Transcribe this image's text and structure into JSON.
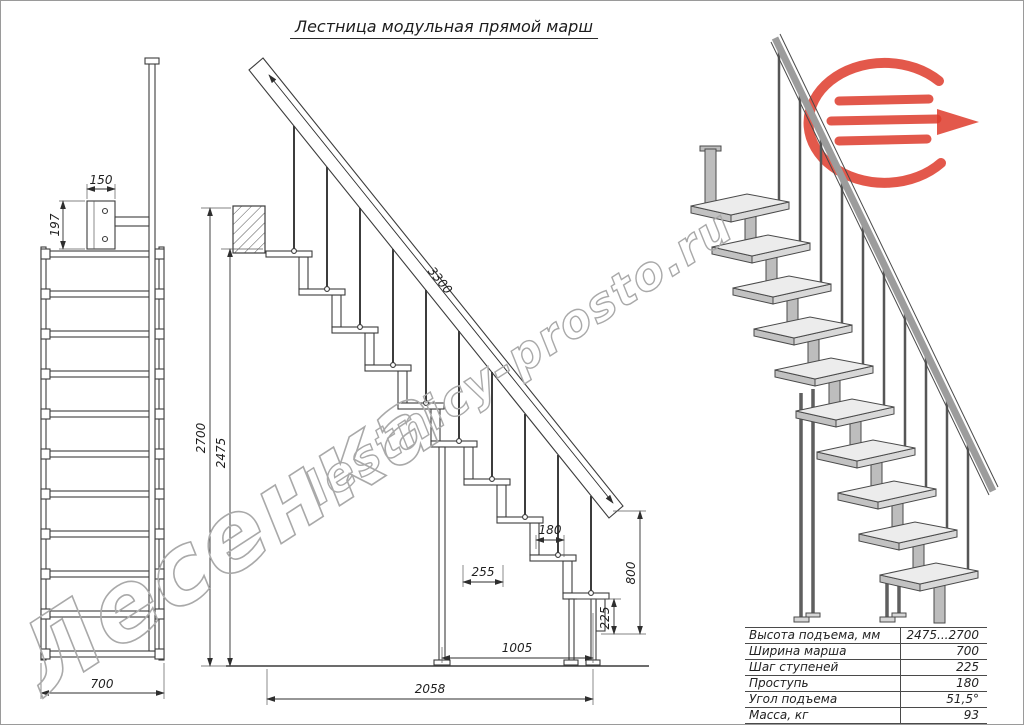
{
  "title": "Лестница модульная прямой марш",
  "watermarks": {
    "name": "Лесенка",
    "site": "lestnicy-prosto.ru"
  },
  "front_view": {
    "dims": {
      "d150": "150",
      "d197": "197",
      "d700": "700"
    }
  },
  "side_view": {
    "dims": {
      "d2700": "2700",
      "d2475": "2475",
      "d3300": "3300",
      "d180": "180",
      "d255": "255",
      "d800": "800",
      "d225": "225",
      "d1005": "1005",
      "d2058": "2058"
    }
  },
  "spec_table": {
    "rows": [
      {
        "label": "Высота подъема, мм",
        "value": "2475...2700"
      },
      {
        "label": "Ширина марша",
        "value": "700"
      },
      {
        "label": "Шаг ступеней",
        "value": "225"
      },
      {
        "label": "Проступь",
        "value": "180"
      },
      {
        "label": "Угол подъема",
        "value": "51,5°"
      },
      {
        "label": "Масса, кг",
        "value": "93"
      }
    ]
  },
  "colors": {
    "accent_red": "#de3b2c",
    "line": "#3c3c3c",
    "watermark": "#a9a9a9"
  }
}
